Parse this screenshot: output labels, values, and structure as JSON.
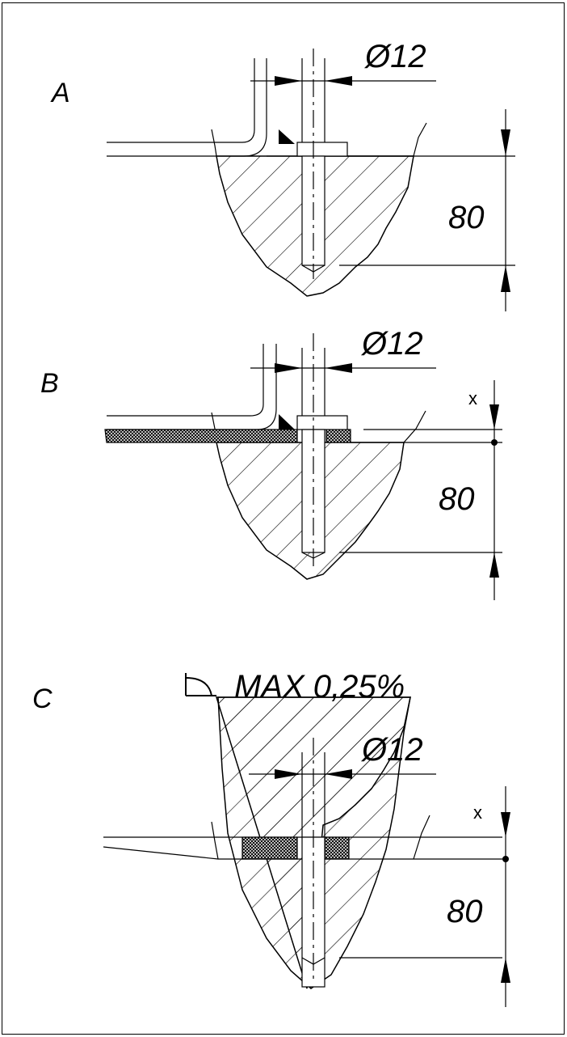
{
  "details": [
    {
      "label": "A",
      "diameter": "Ø12",
      "depth": "80"
    },
    {
      "label": "B",
      "diameter": "Ø12",
      "depth": "80",
      "gap": "x"
    },
    {
      "label": "C",
      "diameter": "Ø12",
      "depth": "80",
      "gap": "x",
      "slope_note": "MAX 0,25%"
    }
  ],
  "colors": {
    "line": "#000000",
    "background": "#ffffff"
  }
}
